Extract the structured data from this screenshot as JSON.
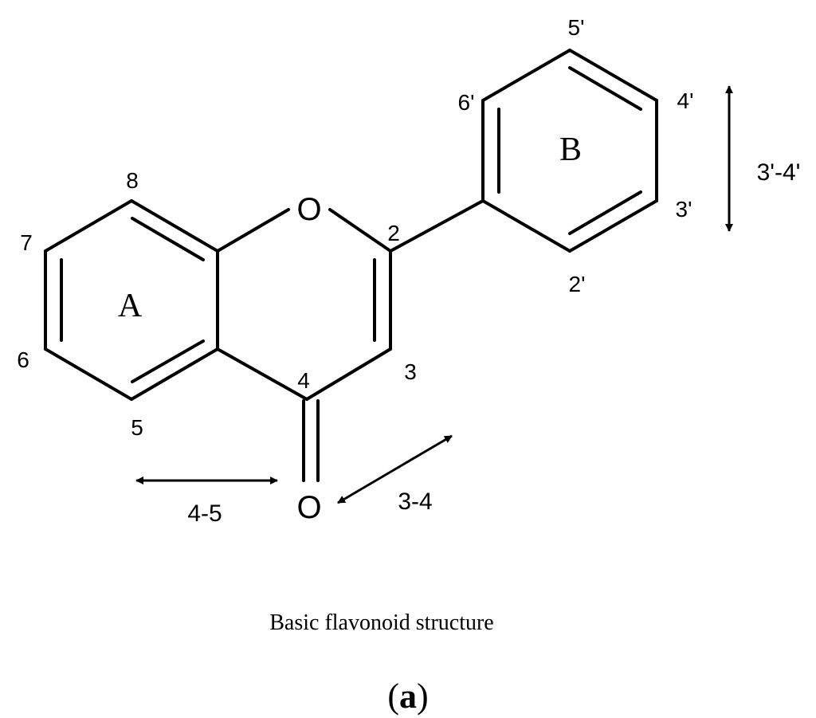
{
  "atoms": {
    "ring_oxygen": "O",
    "carbonyl_oxygen": "O"
  },
  "ring_labels": {
    "a": "A",
    "b": "B"
  },
  "positions": {
    "p2": "2",
    "p3": "3",
    "p4": "4",
    "p5": "5",
    "p6": "6",
    "p7": "7",
    "p8": "8",
    "p2prime": "2'",
    "p3prime": "3'",
    "p4prime": "4'",
    "p5prime": "5'",
    "p6prime": "6'"
  },
  "arrow_labels": {
    "bond_3_4": "3-4",
    "bond_4_5": "4-5",
    "bond_3prime_4prime": "3'-4'"
  },
  "caption": "Basic flavonoid structure",
  "panel_label": {
    "open": "(",
    "letter": "a",
    "close": ")"
  },
  "colors": {
    "ink": "#000000",
    "background": "#ffffff"
  }
}
